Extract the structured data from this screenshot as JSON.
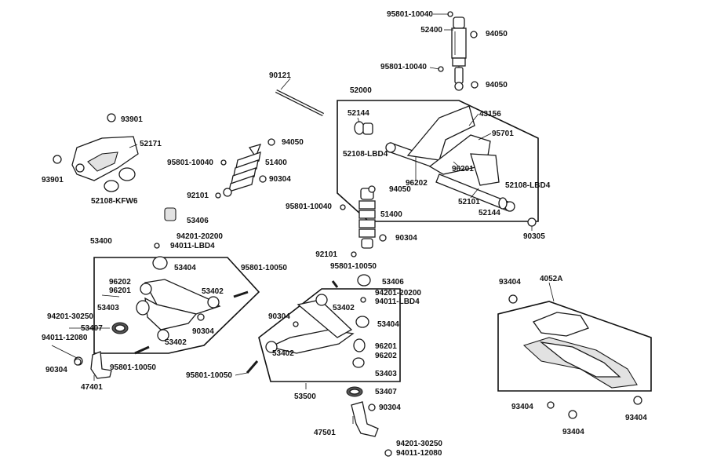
{
  "labels": {
    "p95801_10040_a": "95801-10040",
    "p52400": "52400",
    "p94050_a": "94050",
    "p95801_10040_b": "95801-10040",
    "p94050_b": "94050",
    "p90121": "90121",
    "p52000": "52000",
    "p52144_a": "52144",
    "p43156": "43156",
    "p95701": "95701",
    "p52108_lbd4_a": "52108-LBD4",
    "p96201_a": "96201",
    "p96202_a": "96202",
    "p52108_lbd4_b": "52108-LBD4",
    "p52101": "52101",
    "p52144_b": "52144",
    "p90305": "90305",
    "p93901_a": "93901",
    "p52171": "52171",
    "p93901_b": "93901",
    "p52108_kfw6": "52108-KFW6",
    "p94050_c": "94050",
    "p95801_10040_c": "95801-10040",
    "p51400_a": "51400",
    "p90304_a": "90304",
    "p92101_a": "92101",
    "p53406_a": "53406",
    "p94050_d": "94050",
    "p95801_10040_d": "95801-10040",
    "p51400_b": "51400",
    "p90304_b": "90304",
    "p92101_b": "92101",
    "p53400": "53400",
    "p94201_20200_a": "94201-20200",
    "p94011_lbd4_a": "94011-LBD4",
    "p53404_a": "53404",
    "p95801_10050_a": "95801-10050",
    "p96202_b": "96202",
    "p96201_b": "96201",
    "p53402_a": "53402",
    "p53403_a": "53403",
    "p94201_30250_a": "94201-30250",
    "p53407_a": "53407",
    "p94011_12080_a": "94011-12080",
    "p90304_c": "90304",
    "p53402_b": "53402",
    "p90304_d": "90304",
    "p95801_10050_b": "95801-10050",
    "p47401": "47401",
    "p95801_10050_c": "95801-10050",
    "p53406_b": "53406",
    "p94201_20200_b": "94201-20200",
    "p94011_lbd4_b": "94011-LBD4",
    "p53402_c": "53402",
    "p90304_e": "90304",
    "p53404_b": "53404",
    "p96201_c": "96201",
    "p96202_c": "96202",
    "p53402_d": "53402",
    "p53403_b": "53403",
    "p95801_10050_d": "95801-10050",
    "p53500": "53500",
    "p53407_b": "53407",
    "p90304_f": "90304",
    "p47501": "47501",
    "p94201_30250_b": "94201-30250",
    "p94011_12080_b": "94011-12080",
    "p93404_a": "93404",
    "p4052a": "4052A",
    "p93404_b": "93404",
    "p93404_c": "93404",
    "p93404_d": "93404"
  }
}
